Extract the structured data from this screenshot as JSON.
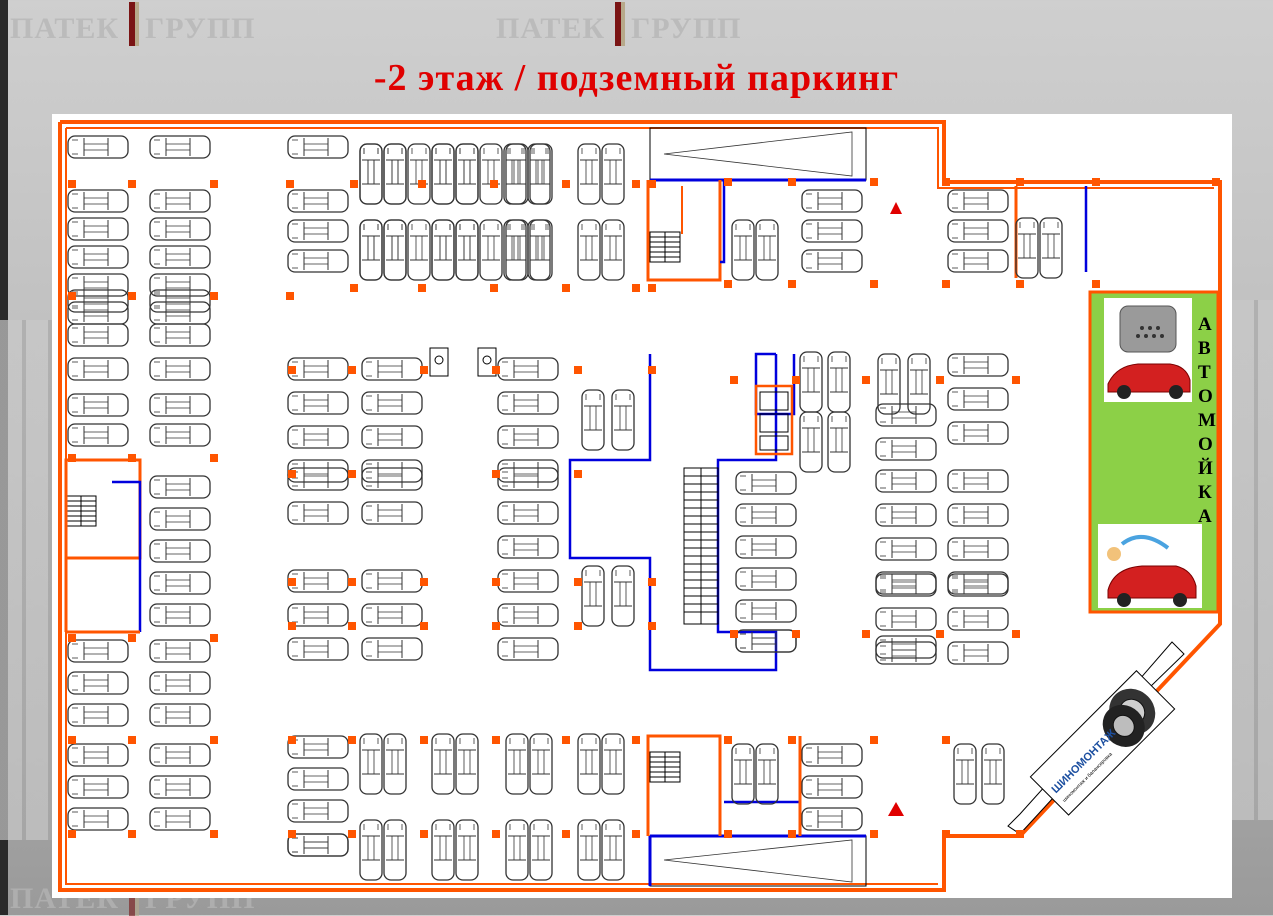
{
  "header": {
    "title": "-2 этаж / подземный паркинг"
  },
  "watermark": {
    "left_word": "ПАТЕК",
    "right_word": "ГРУПП"
  },
  "plan": {
    "car_wash": {
      "letters": [
        "А",
        "В",
        "Т",
        "О",
        "М",
        "О",
        "Й",
        "К",
        "А"
      ],
      "fill_color": "#8cd047"
    },
    "tire_service": {
      "title": "ШИНОМОНТАЖ",
      "subtitle": "шиномонтаж и балансировка"
    },
    "colors": {
      "outer_wall": "#ff5500",
      "inner_wall": "#0000dd",
      "ramp_marker": "#e00000",
      "car_outline": "#333333"
    },
    "icons": [
      "ramp-up-arrow-icon",
      "car-icon",
      "stairs-icon",
      "door-icon",
      "car-wash-icon",
      "tire-icon"
    ]
  }
}
